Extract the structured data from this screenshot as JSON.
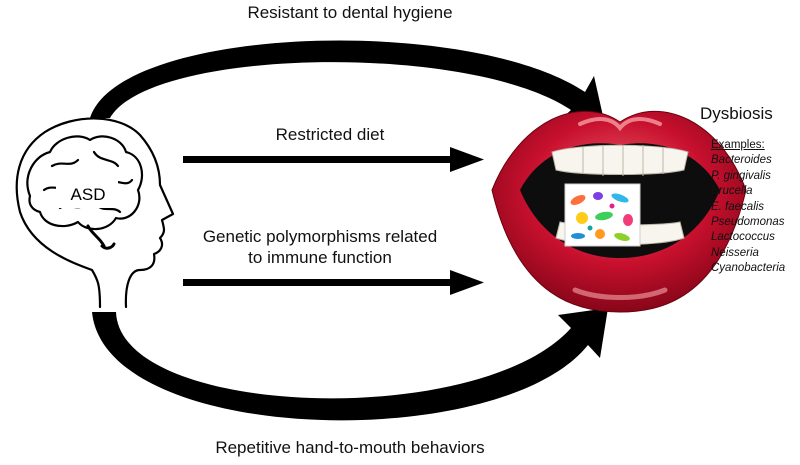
{
  "labels": {
    "top": "Resistant to dental hygiene",
    "diet": "Restricted diet",
    "genetic_line1": "Genetic polymorphisms related",
    "genetic_line2": "to immune function",
    "bottom": "Repetitive hand-to-mouth behaviors"
  },
  "head_label": "ASD",
  "outcome": {
    "title": "Dysbiosis",
    "examples_heading": "Examples:",
    "examples": [
      "Bacteroides",
      "P. gingivalis",
      "Brucella",
      "E. faecalis",
      "Pseudomonas",
      "Lactococcus",
      "Neisseria",
      "Cyanobacteria"
    ]
  },
  "colors": {
    "lips": "#c8102e",
    "lip_highlight": "#f06a72",
    "arrow": "#000000"
  },
  "icons": [
    "brain-head-icon",
    "mouth-icon",
    "bacteria-icon"
  ]
}
